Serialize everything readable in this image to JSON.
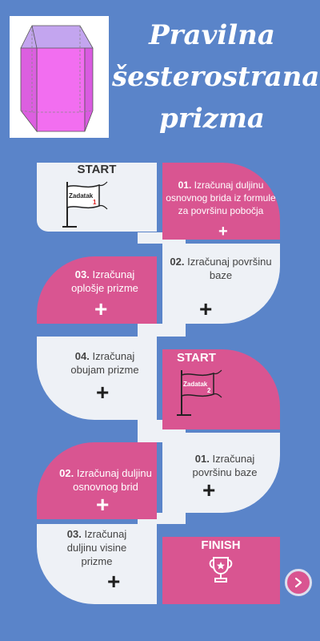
{
  "title": {
    "line1": "Pravilna",
    "line2": "šesterostrana",
    "line3": "prizma"
  },
  "colors": {
    "background": "#5a84c9",
    "pink": "#d95591",
    "light": "#eef1f6"
  },
  "tiles": {
    "start1": {
      "header": "START",
      "flag_label": "Zadatak",
      "flag_number": "1"
    },
    "t1": {
      "num": "01.",
      "text": "Izračunaj duljinu osnovnog brida iz formule za površinu pobočja",
      "icon": "+"
    },
    "t2": {
      "num": "02.",
      "text": "Izračunaj površinu baze",
      "icon": "+"
    },
    "t3": {
      "num": "03.",
      "text": "Izračunaj oplošje prizme",
      "icon": "+"
    },
    "t4": {
      "num": "04.",
      "text": "Izračunaj obujam prizme",
      "icon": "+"
    },
    "start2": {
      "header": "START",
      "flag_label": "Zadatak",
      "flag_number": "2"
    },
    "t5": {
      "num": "01.",
      "text": "Izračunaj površinu baze",
      "icon": "+"
    },
    "t6": {
      "num": "02.",
      "text": "Izračunaj duljinu osnovnog brid",
      "icon": "+"
    },
    "t7": {
      "num": "03.",
      "text": "Izračunaj duljinu visine prizme",
      "icon": "+"
    },
    "finish": {
      "header": "FINISH"
    }
  },
  "next_button": {
    "icon": "chevron-right-icon"
  }
}
